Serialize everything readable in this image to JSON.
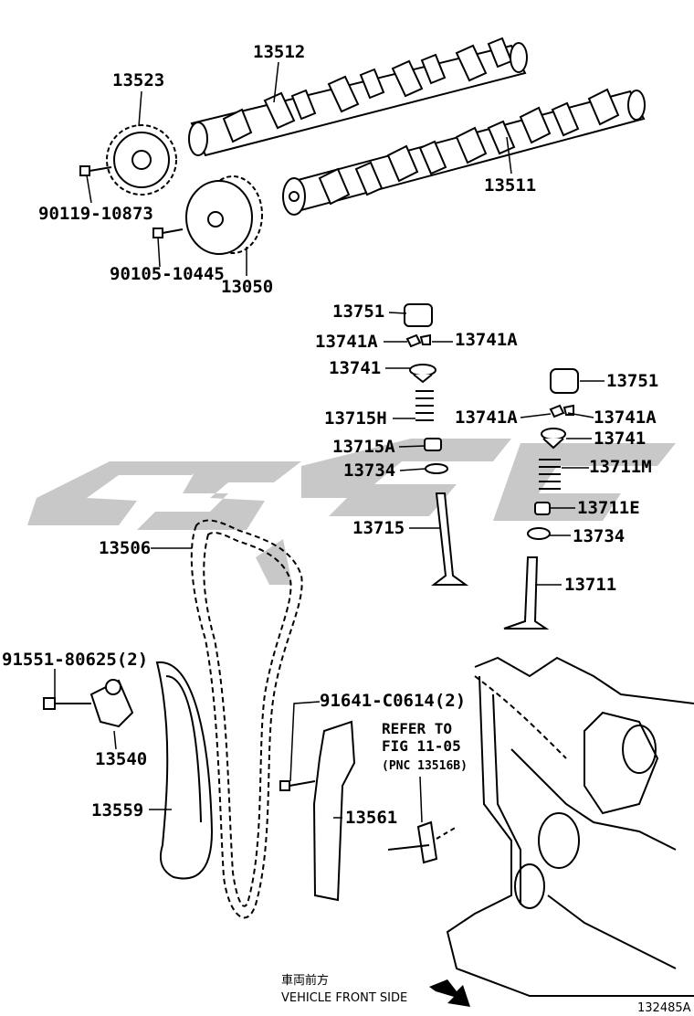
{
  "parts": {
    "p13512": "13512",
    "p13523": "13523",
    "p13511": "13511",
    "p90119": "90119-10873",
    "p90105": "90105-10445",
    "p13050": "13050",
    "p13751a": "13751",
    "p13741A_l1": "13741A",
    "p13741A_r1": "13741A",
    "p13741a": "13741",
    "p13715H": "13715H",
    "p13715A": "13715A",
    "p13734a": "13734",
    "p13715": "13715",
    "p13751b": "13751",
    "p13741A_l2": "13741A",
    "p13741A_r2": "13741A",
    "p13741b": "13741",
    "p13711M": "13711M",
    "p13711E": "13711E",
    "p13734b": "13734",
    "p13711": "13711",
    "p13506": "13506",
    "p91551": "91551-80625(2)",
    "p91641": "91641-C0614(2)",
    "p13540": "13540",
    "p13559": "13559",
    "p13561": "13561"
  },
  "refer": {
    "line1": "REFER TO",
    "line2": "FIG 11-05",
    "line3": "(PNC 13516B)"
  },
  "footer": {
    "direction_jp": "車両前方",
    "direction_en": "VEHICLE FRONT SIDE",
    "figure_id": "132485A"
  }
}
